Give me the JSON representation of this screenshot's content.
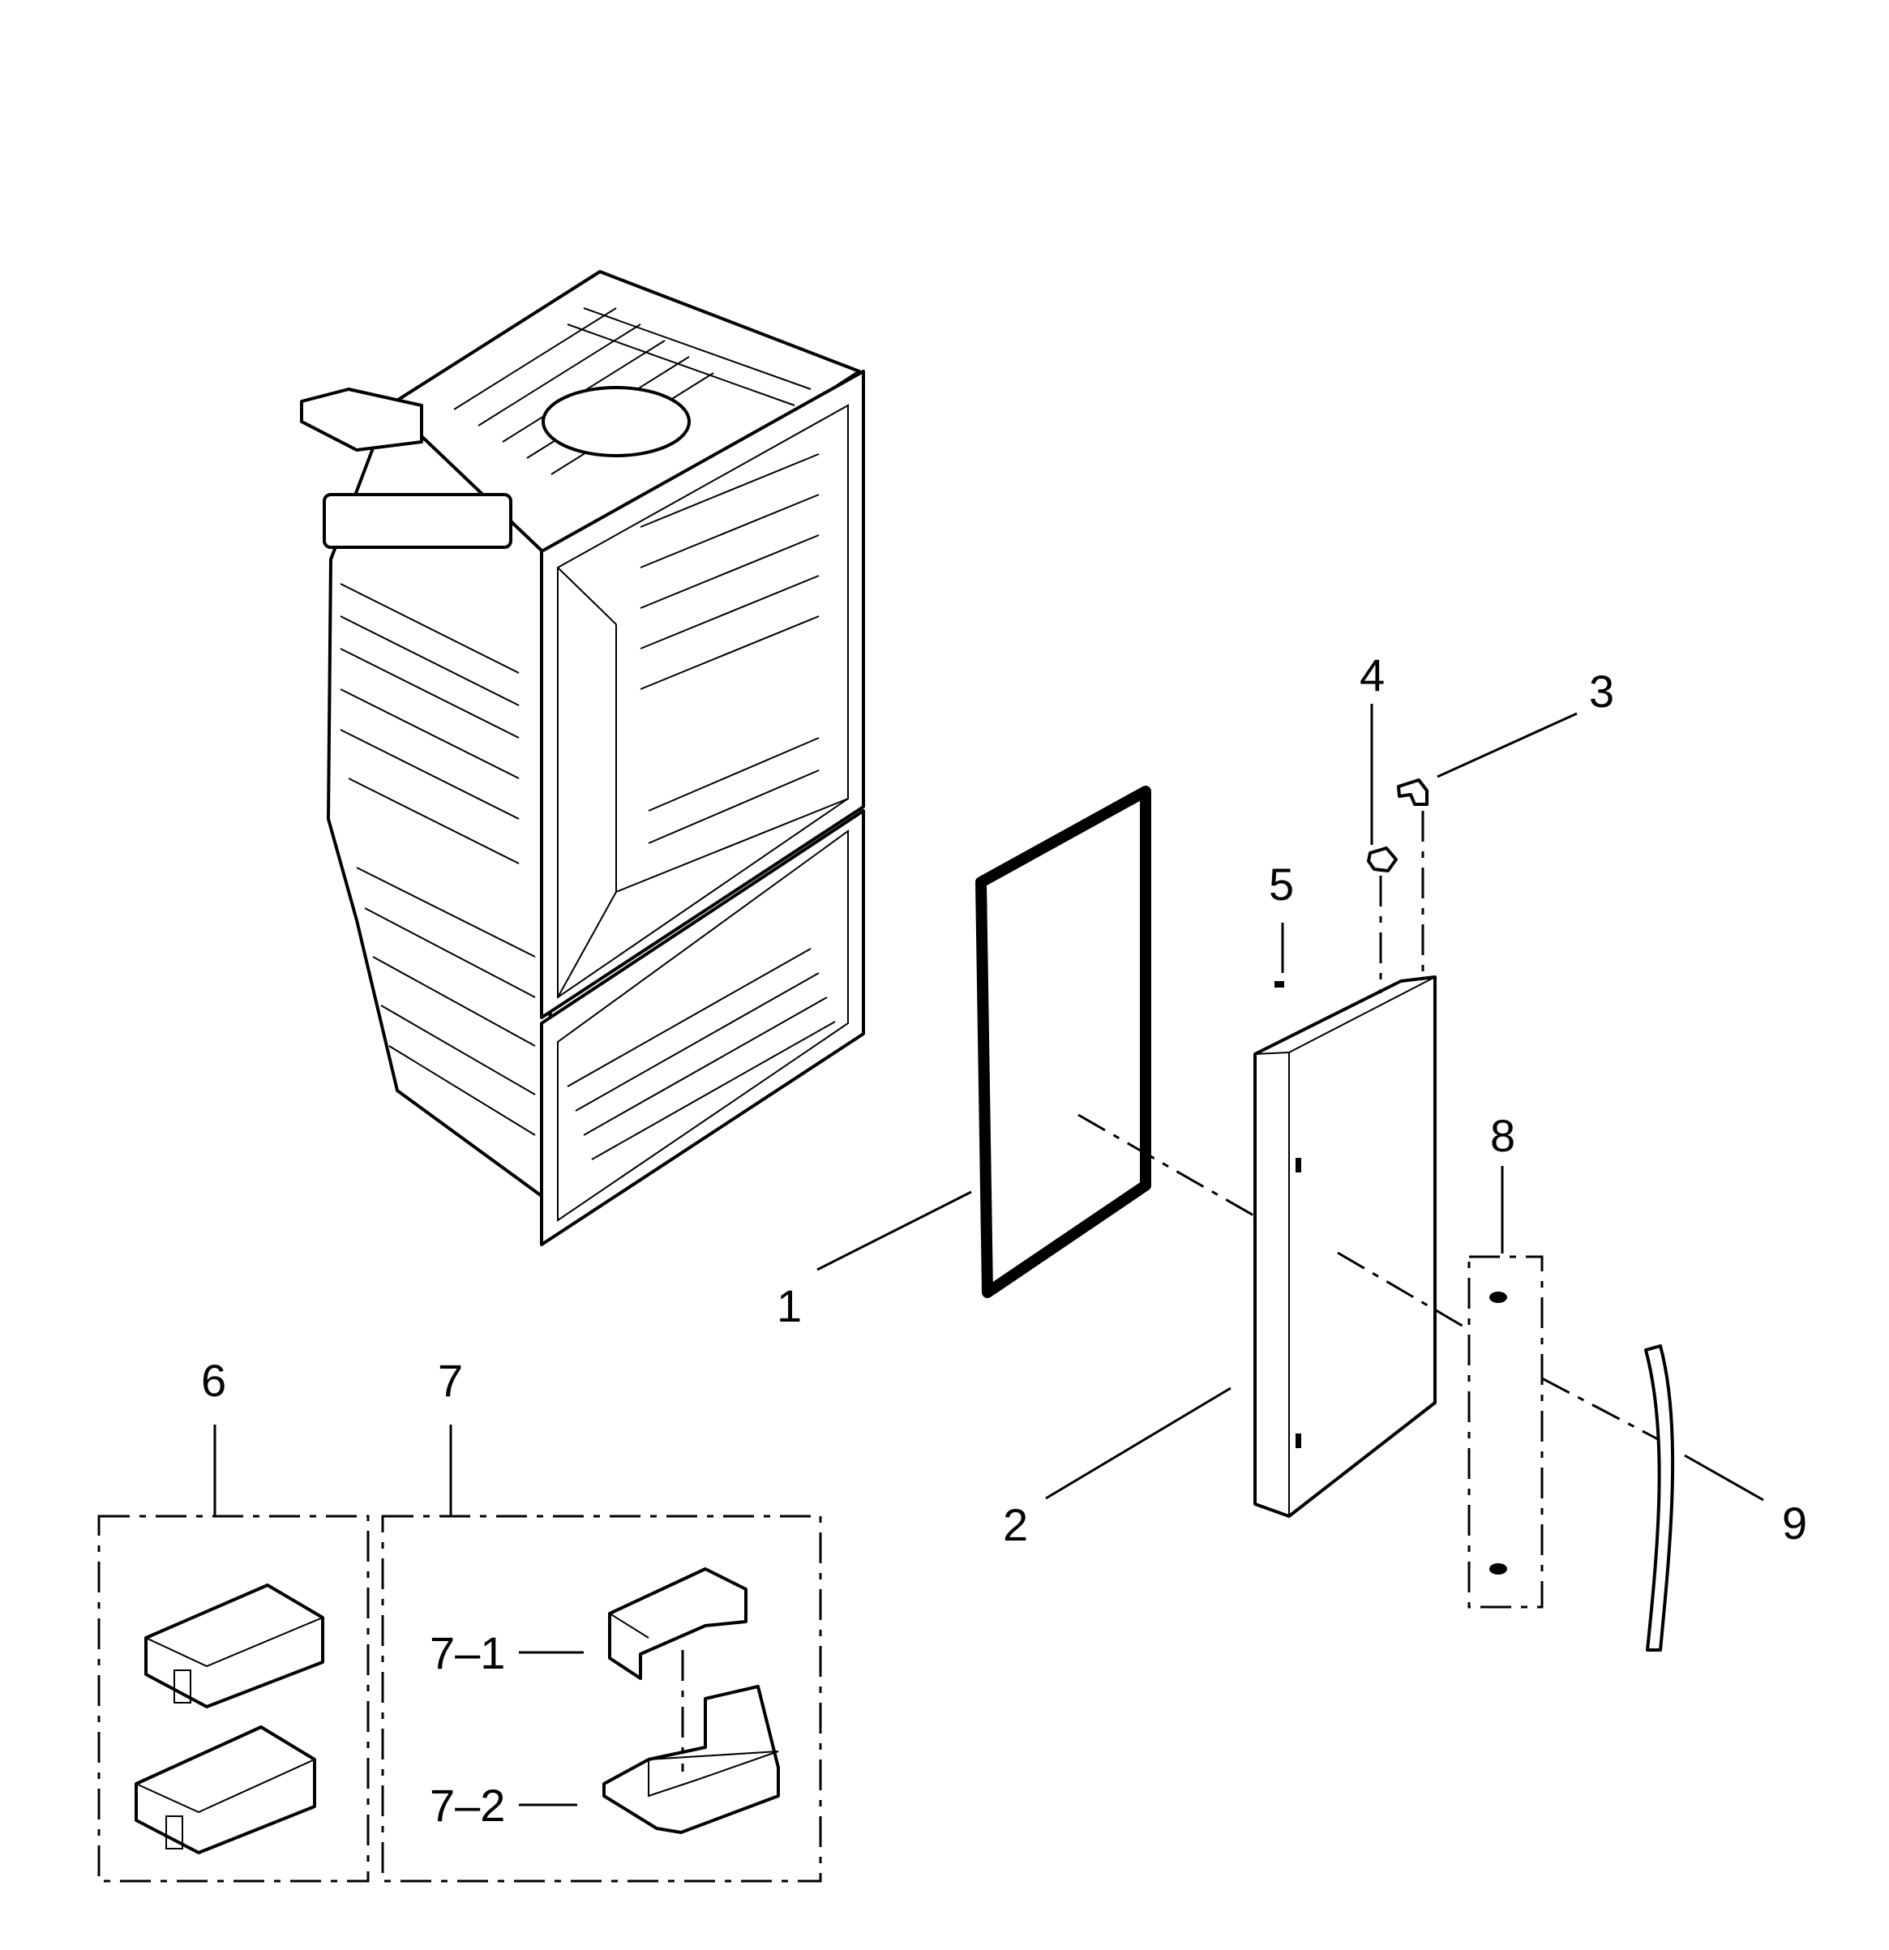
{
  "diagram": {
    "callouts": [
      {
        "id": "1",
        "text": "1"
      },
      {
        "id": "2",
        "text": "2"
      },
      {
        "id": "3",
        "text": "3"
      },
      {
        "id": "4",
        "text": "4"
      },
      {
        "id": "5",
        "text": "5"
      },
      {
        "id": "6",
        "text": "6"
      },
      {
        "id": "7",
        "text": "7"
      },
      {
        "id": "7-1",
        "text": "7–1"
      },
      {
        "id": "7-2",
        "text": "7–2"
      },
      {
        "id": "8",
        "text": "8"
      },
      {
        "id": "9",
        "text": "9"
      }
    ],
    "parts": [
      {
        "callout": "1",
        "shape": "door-gasket"
      },
      {
        "callout": "2",
        "shape": "door-panel"
      },
      {
        "callout": "3",
        "shape": "hinge-cap"
      },
      {
        "callout": "4",
        "shape": "hinge-bushing"
      },
      {
        "callout": "5",
        "shape": "screw"
      },
      {
        "callout": "6",
        "shape": "door-bins"
      },
      {
        "callout": "7",
        "shape": "bin-assembly-group"
      },
      {
        "callout": "7-1",
        "shape": "bin-cover"
      },
      {
        "callout": "7-2",
        "shape": "bin-base"
      },
      {
        "callout": "8",
        "shape": "handle-base"
      },
      {
        "callout": "9",
        "shape": "door-handle"
      }
    ],
    "colors": {
      "line": "#000000",
      "background": "#ffffff"
    }
  }
}
